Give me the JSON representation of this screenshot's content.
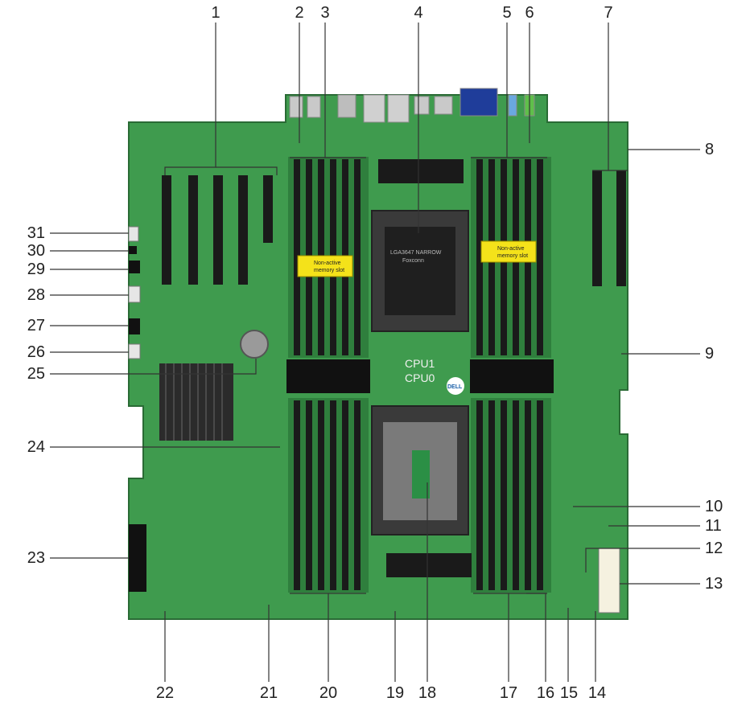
{
  "callouts": {
    "top": [
      "1",
      "2",
      "3",
      "4",
      "5",
      "6",
      "7"
    ],
    "right": [
      "8",
      "9",
      "10",
      "11",
      "12",
      "13"
    ],
    "bottom": [
      "14",
      "15",
      "16",
      "17",
      "18",
      "19",
      "20",
      "21",
      "22"
    ],
    "left": [
      "23",
      "24",
      "25",
      "26",
      "27",
      "28",
      "29",
      "30",
      "31"
    ]
  },
  "board_text": {
    "cpu1": "CPU1",
    "cpu0": "CPU0",
    "warning_left_1": "Non-active",
    "warning_left_2": "memory slot",
    "warning_right_1": "Non-active",
    "warning_right_2": "memory slot",
    "socket_1": "LGA3647 NARROW",
    "socket_2": "Foxconn",
    "logo": "DELL"
  },
  "colors": {
    "pcb": "#3f9b4e",
    "pcb_dark": "#2f7f3d",
    "slot": "#1a1a1a",
    "heatsink": "#2b2b2b",
    "socket": "#3a3a3a",
    "label_sticker": "#f4e21a",
    "leader": "#333333",
    "text": "#222222"
  }
}
